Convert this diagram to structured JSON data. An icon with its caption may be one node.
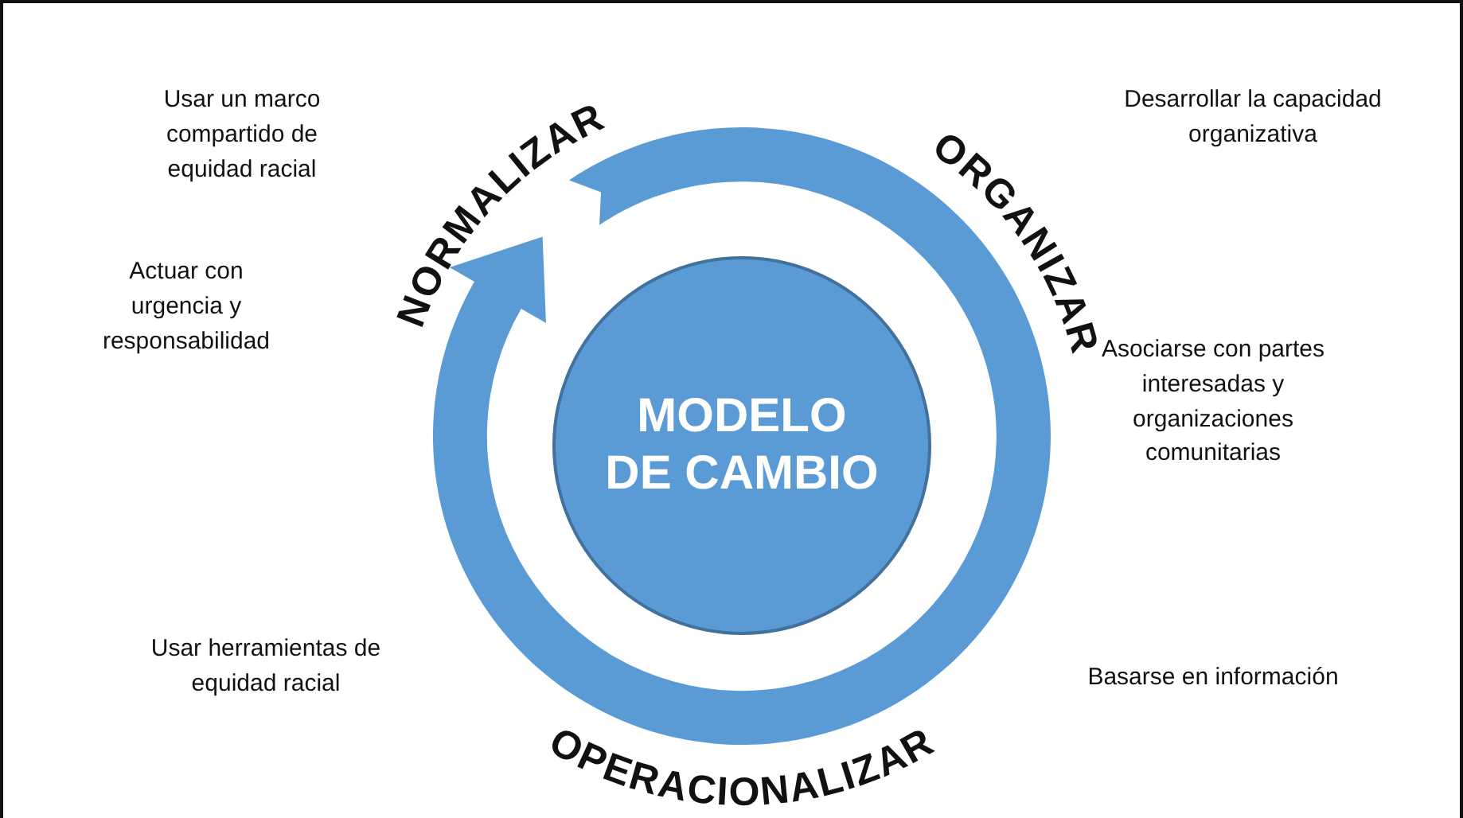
{
  "diagram": {
    "nodes": [
      {
        "text": [
          "MODELO DE CAMBIO"
        ]
      }
    ],
    "labels": [
      "Usar un marco compartido de equidad racial",
      "NORMALIZAR",
      "ORGANIZAR",
      "Desarrollar la capacidad organizativa",
      "Actuar con urgencia y responsabilidad",
      "Asociarse con partes interesadas y organizaciones comunitarias",
      "Usar herramientas de equidad racial",
      "Basarse en información",
      "OPERACIONALIZAR"
    ]
  }
}
